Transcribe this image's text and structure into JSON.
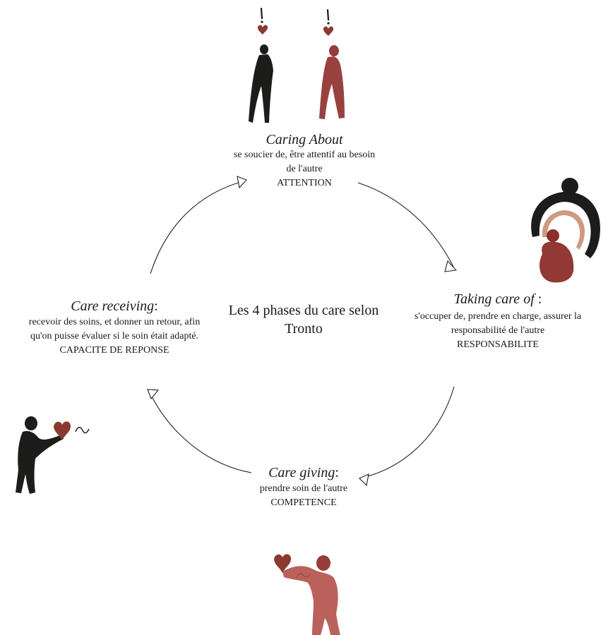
{
  "diagram": {
    "center_title": {
      "line1": "Les 4 phases du care",
      "line2": "selon Tronto"
    },
    "phases": [
      {
        "title": "Caring About",
        "line1": "se soucier de, être attentif au besoin",
        "line2": "de l'autre",
        "keyword": "ATTENTION"
      },
      {
        "title": "Taking care of",
        "title_suffix": " :",
        "line1": "s'occuper de, prendre en charge, assurer la",
        "line2": "responsabilité de l'autre",
        "keyword": "RESPONSABILITE"
      },
      {
        "title": "Care giving",
        "title_suffix": ":",
        "line1": "prendre soin de l'autre",
        "keyword": "COMPETENCE"
      },
      {
        "title": "Care receiving",
        "title_suffix": ":",
        "line1": "recevoir des soins, et donner un retour, afin",
        "line2": "qu'on puisse évaluer si le soin était adapté.",
        "keyword": "CAPACITE DE REPONSE"
      }
    ],
    "colors": {
      "ink_black": "#1c1c1a",
      "ink_red": "#8c2d2a",
      "ink_red_light": "#b24b44",
      "ink_peach": "#cf9a7f",
      "heart": "#8a3a30",
      "arrow": "#222222"
    }
  }
}
